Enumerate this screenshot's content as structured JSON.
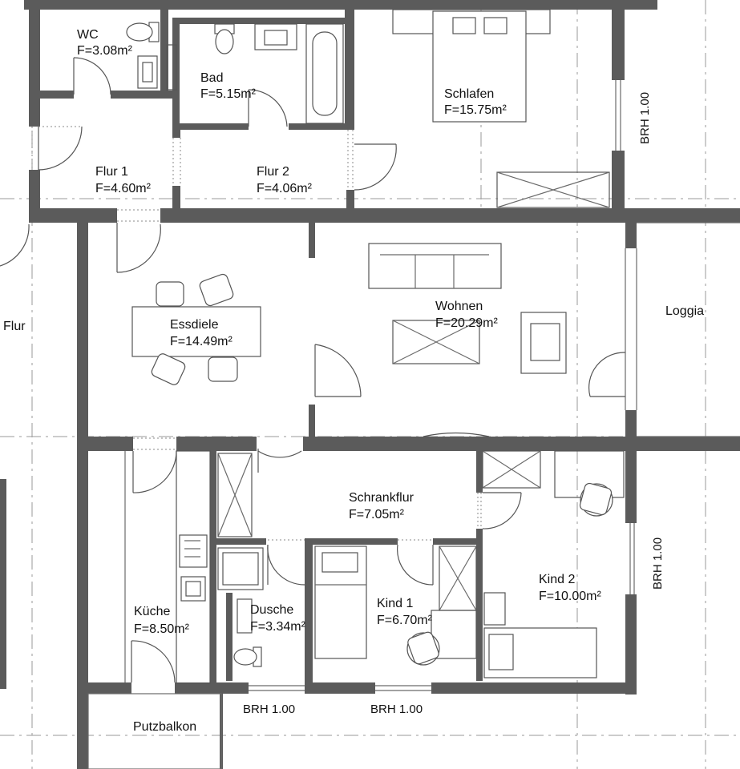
{
  "rooms": {
    "wc": {
      "name": "WC",
      "area": "F=3.08m²"
    },
    "bad": {
      "name": "Bad",
      "area": "F=5.15m²"
    },
    "schlafen": {
      "name": "Schlafen",
      "area": "F=15.75m²"
    },
    "flur1": {
      "name": "Flur 1",
      "area": "F=4.60m²"
    },
    "flur2": {
      "name": "Flur 2",
      "area": "F=4.06m²"
    },
    "flur": {
      "name": "Flur"
    },
    "essdiele": {
      "name": "Essdiele",
      "area": "F=14.49m²"
    },
    "wohnen": {
      "name": "Wohnen",
      "area": "F=20.29m²"
    },
    "loggia": {
      "name": "Loggia"
    },
    "schrankflur": {
      "name": "Schrankflur",
      "area": "F=7.05m²"
    },
    "kueche": {
      "name": "Küche",
      "area": "F=8.50m²"
    },
    "dusche": {
      "name": "Dusche",
      "area": "F=3.34m²"
    },
    "kind1": {
      "name": "Kind 1",
      "area": "F=6.70m²"
    },
    "kind2": {
      "name": "Kind 2",
      "area": "F=10.00m²"
    },
    "putzbalkon": {
      "name": "Putzbalkon"
    }
  },
  "parapets": {
    "schlafen": "BRH 1.00",
    "kind2": "BRH 1.00",
    "dusche": "BRH 1.00",
    "kind1": "BRH 1.00"
  },
  "colors": {
    "wall": "#5b5b5b",
    "line": "#555555",
    "background": "#ffffff"
  }
}
